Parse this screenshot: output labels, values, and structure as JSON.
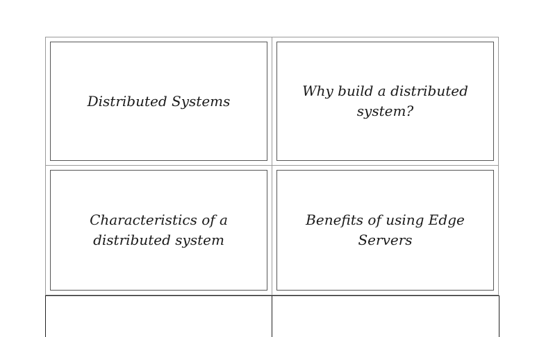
{
  "cards": [
    {
      "text": "Distributed Systems"
    },
    {
      "text": "Why build a distributed system?"
    },
    {
      "text": "Characteristics of a distributed system"
    },
    {
      "text": "Benefits of using Edge Servers"
    }
  ]
}
